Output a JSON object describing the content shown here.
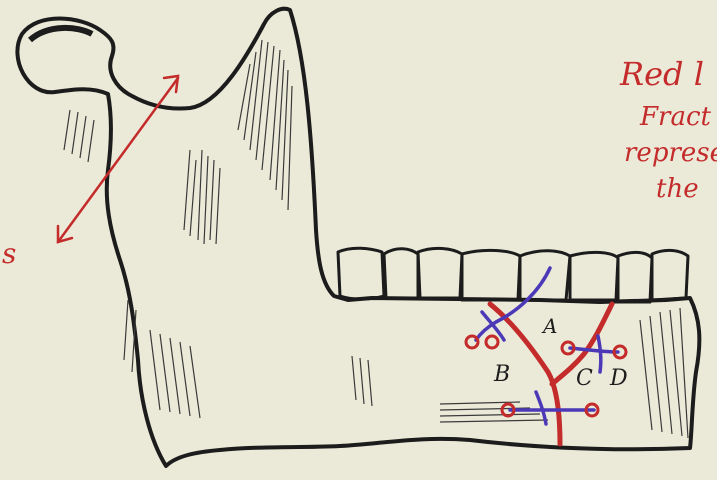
{
  "annotation_lines": [
    "Red l",
    "Fract",
    "represe",
    "the"
  ],
  "left_margin_char": "s",
  "labels": {
    "a": "A",
    "b": "B",
    "c": "C",
    "d": "D"
  },
  "colors": {
    "paper": "#ebead9",
    "ink": "#1c1c1c",
    "red": "#c42b2b",
    "blue": "#4b39b8"
  }
}
